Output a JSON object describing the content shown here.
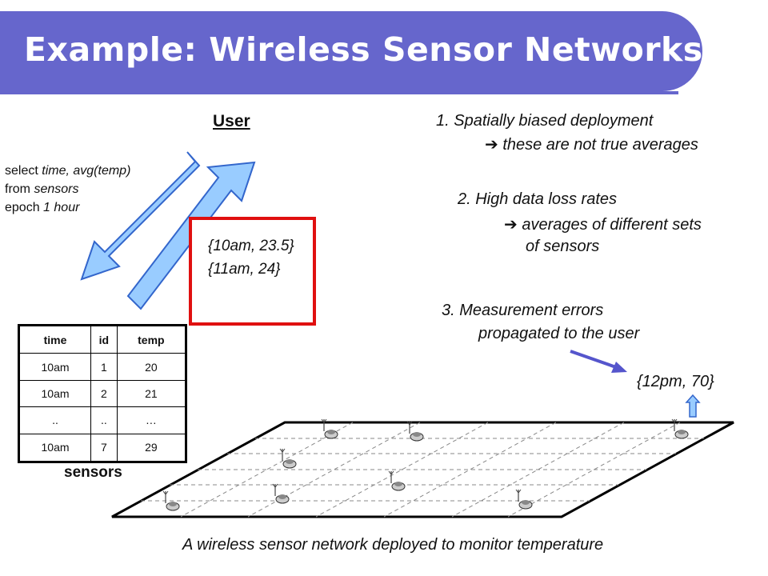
{
  "header": {
    "title": "Example: Wireless Sensor Networks"
  },
  "user_label": "User",
  "sensors_label": "sensors",
  "query": {
    "line1": {
      "kw": "select ",
      "expr": "time, avg(temp)"
    },
    "line2": {
      "kw": "from ",
      "expr": "sensors"
    },
    "line3": {
      "kw": "epoch ",
      "expr": "1 hour"
    }
  },
  "results": [
    "{10am, 23.5}",
    "{11am, 24}"
  ],
  "table": {
    "headers": [
      "time",
      "id",
      "temp"
    ],
    "rows": [
      [
        "10am",
        "1",
        "20"
      ],
      [
        "10am",
        "2",
        "21"
      ],
      [
        "..",
        "..",
        "…"
      ],
      [
        "10am",
        "7",
        "29"
      ]
    ]
  },
  "points": [
    {
      "title": "1. Spatially biased deployment",
      "consequence": [
        "these are not true averages"
      ]
    },
    {
      "title": "2. High data loss rates",
      "consequence": [
        "averages of different sets",
        "of sensors"
      ]
    },
    {
      "title": "3. Measurement errors",
      "consequence": [
        "propagated to the user"
      ]
    }
  ],
  "outlier_reading": "{12pm, 70}",
  "caption": "A wireless sensor network deployed to monitor temperature",
  "colors": {
    "title_bar": "#6666cc",
    "arrow_fill": "#99ccff",
    "arrow_stroke": "#3366cc",
    "result_border": "#e01010",
    "pointer_arrow": "#5555cc"
  }
}
